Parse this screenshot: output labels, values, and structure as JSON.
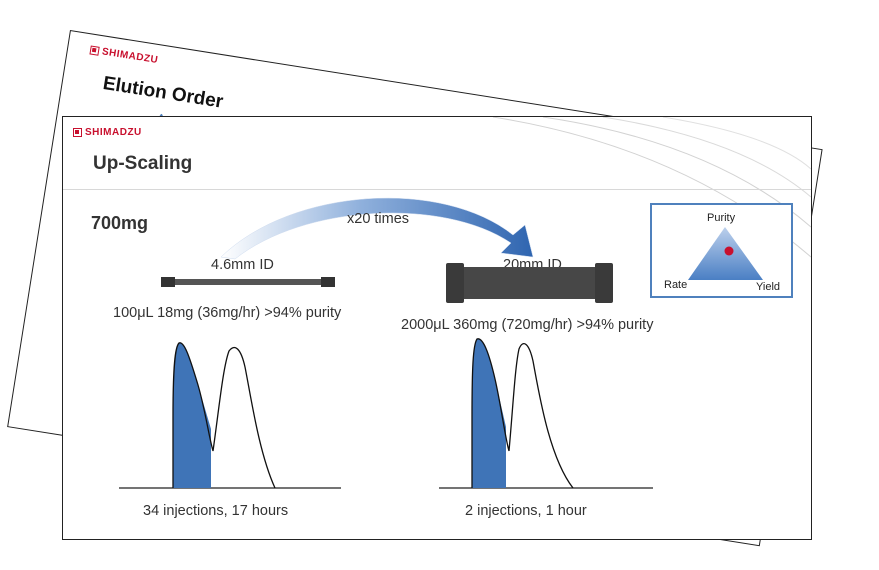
{
  "back_slide": {
    "logo_text": "SHIMADZU",
    "title": "Elution Order"
  },
  "front_slide": {
    "logo_text": "SHIMADZU",
    "title": "Up-Scaling",
    "sample_amount": "700mg",
    "scale_factor_label": "x20 times",
    "small_column": {
      "label": "4.6mm ID",
      "load_text": "100μL 18mg (36mg/hr) >94% purity",
      "result_text": "34 injections, 17 hours"
    },
    "large_column": {
      "label": "20mm ID",
      "load_text": "2000μL 360mg (720mg/hr) >94% purity",
      "result_text": "2 injections, 1 hour"
    },
    "triangle": {
      "top_label": "Purity",
      "left_label": "Rate",
      "right_label": "Yield"
    }
  },
  "colors": {
    "brand_red": "#c8102e",
    "accent_blue": "#4f81bd",
    "peak_fill": "#3f74b7"
  }
}
